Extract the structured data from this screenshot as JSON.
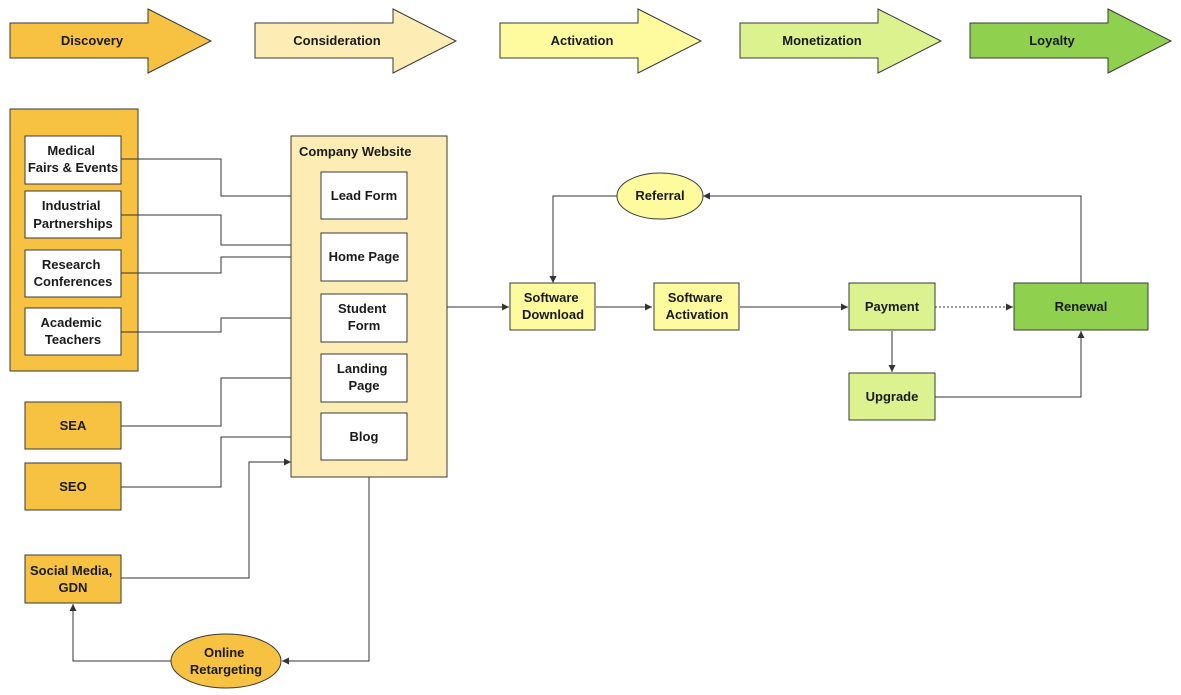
{
  "colors": {
    "discovery": "#f7c242",
    "consideration": "#fdedb5",
    "activation": "#fefb9e",
    "monetization": "#dbf28e",
    "loyalty": "#8fd14f",
    "border": "#3a3a3a"
  },
  "stages": [
    "Discovery",
    "Consideration",
    "Activation",
    "Monetization",
    "Loyalty"
  ],
  "sources": {
    "medical_fairs": [
      "Medical",
      "Fairs & Events"
    ],
    "industrial_partnerships": [
      "Industrial",
      "Partnerships"
    ],
    "research_conferences": [
      "Research",
      "Conferences"
    ],
    "academic_teachers": [
      "Academic",
      "Teachers"
    ],
    "sea": "SEA",
    "seo": "SEO",
    "social_media": [
      "Social Media,",
      "GDN"
    ],
    "online_retargeting": [
      "Online",
      "Retargeting"
    ]
  },
  "website": {
    "title": "Company Website",
    "lead_form": "Lead Form",
    "home_page": "Home Page",
    "student_form": [
      "Student",
      "Form"
    ],
    "landing_page": [
      "Landing",
      "Page"
    ],
    "blog": "Blog"
  },
  "funnel": {
    "software_download": [
      "Software",
      "Download"
    ],
    "software_activation": [
      "Software",
      "Activation"
    ],
    "referral": "Referral",
    "payment": "Payment",
    "upgrade": "Upgrade",
    "renewal": "Renewal"
  }
}
